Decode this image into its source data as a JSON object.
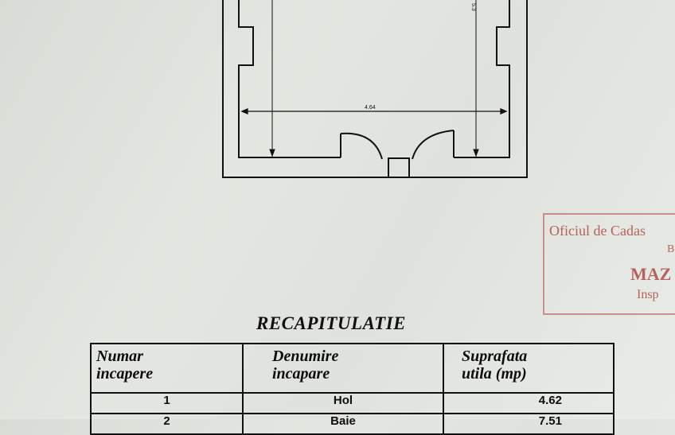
{
  "plan": {
    "width_dim": "4.64",
    "height_dim": "5.3"
  },
  "stamp": {
    "line1": "Oficiul de Cadas",
    "line2": "B",
    "line3": "MAZ",
    "line4": "Insp"
  },
  "recap": {
    "title": "RECAPITULATIE",
    "headers": [
      [
        "Numar",
        "incapere"
      ],
      [
        "Denumire",
        "incapare"
      ],
      [
        "Suprafata",
        "utila  (mp)"
      ]
    ],
    "rows": [
      {
        "numar": "1",
        "denumire": "Hol",
        "suprafata": "4.62"
      },
      {
        "numar": "2",
        "denumire": "Baie",
        "suprafata": "7.51"
      }
    ]
  }
}
